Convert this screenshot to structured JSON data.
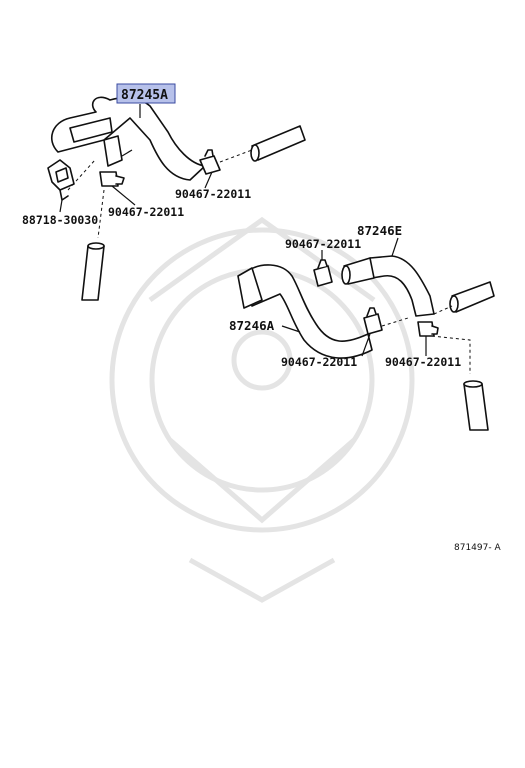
{
  "diagram_code": "871497- A",
  "highlight_color": "#b7c1ea",
  "labels": {
    "part_87245A": "87245A",
    "part_88718": "88718-30030",
    "clamp_left": "90467-22011",
    "clamp_top": "90467-22011",
    "part_87246E": "87246E",
    "clamp_mid": "90467-22011",
    "part_87246A": "87246A",
    "clamp_lower": "90467-22011",
    "clamp_right": "90467-22011"
  }
}
